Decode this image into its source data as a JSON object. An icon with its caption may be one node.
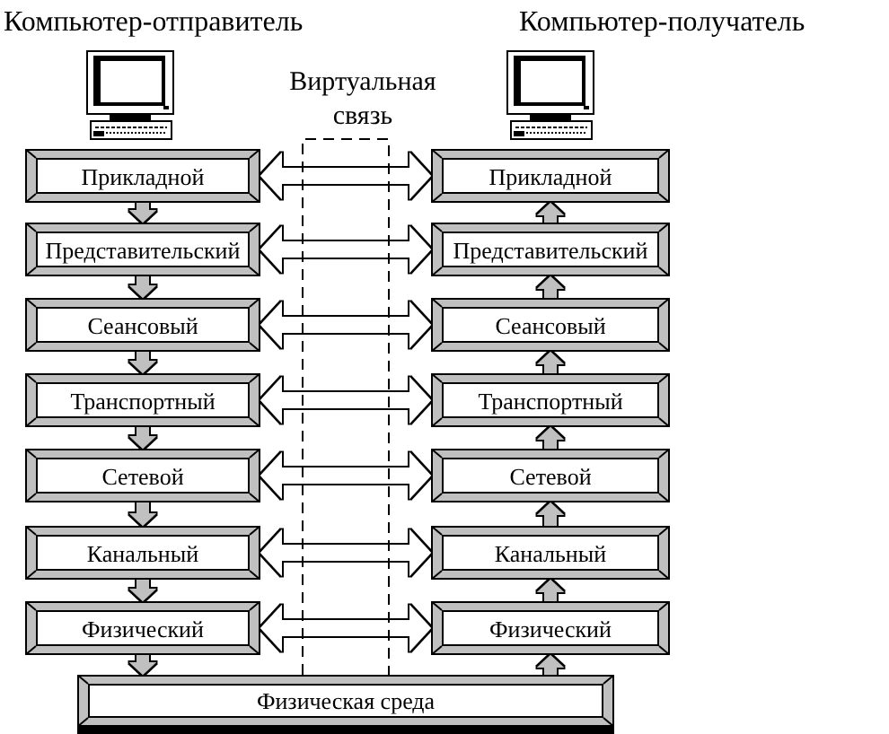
{
  "diagram": {
    "nodes": [
      {
        "text": [
          "Прикладной"
        ]
      },
      {
        "text": [
          "Представительский"
        ]
      },
      {
        "text": [
          "Сеансовый"
        ]
      },
      {
        "text": [
          "Транспортный"
        ]
      },
      {
        "text": [
          "Сетевой"
        ]
      },
      {
        "text": [
          "Канальный"
        ]
      },
      {
        "text": [
          "Физический"
        ]
      },
      {
        "text": [
          "Прикладной"
        ]
      },
      {
        "text": [
          "Представительский"
        ]
      },
      {
        "text": [
          "Сеансовый"
        ]
      },
      {
        "text": [
          "Транспортный"
        ]
      },
      {
        "text": [
          "Сетевой"
        ]
      },
      {
        "text": [
          "Канальный"
        ]
      },
      {
        "text": [
          "Физический"
        ]
      },
      {
        "text": [
          "Физическая среда"
        ]
      }
    ],
    "edges": [
      {
        "from": 0,
        "to": 1,
        "arrow": "to"
      },
      {
        "from": 1,
        "to": 2,
        "arrow": "to"
      },
      {
        "from": 2,
        "to": 3,
        "arrow": "to"
      },
      {
        "from": 3,
        "to": 4,
        "arrow": "to"
      },
      {
        "from": 4,
        "to": 5,
        "arrow": "to"
      },
      {
        "from": 5,
        "to": 6,
        "arrow": "to"
      },
      {
        "from": 6,
        "to": 14,
        "arrow": "to"
      },
      {
        "from": 14,
        "to": 13,
        "arrow": "to"
      },
      {
        "from": 13,
        "to": 12,
        "arrow": "to"
      },
      {
        "from": 12,
        "to": 11,
        "arrow": "to"
      },
      {
        "from": 11,
        "to": 10,
        "arrow": "to"
      },
      {
        "from": 10,
        "to": 9,
        "arrow": "to"
      },
      {
        "from": 9,
        "to": 8,
        "arrow": "to"
      },
      {
        "from": 8,
        "to": 7,
        "arrow": "to"
      },
      {
        "from": 0,
        "to": 7,
        "arrow": "both"
      },
      {
        "from": 1,
        "to": 8,
        "arrow": "both"
      },
      {
        "from": 2,
        "to": 9,
        "arrow": "both"
      },
      {
        "from": 3,
        "to": 10,
        "arrow": "both"
      },
      {
        "from": 4,
        "to": 11,
        "arrow": "both"
      },
      {
        "from": 5,
        "to": 12,
        "arrow": "both"
      },
      {
        "from": 6,
        "to": 13,
        "arrow": "both"
      }
    ],
    "labels": [
      "Компьютер-отправитель",
      "Компьютер-получатель",
      "Виртуальная связь"
    ]
  }
}
